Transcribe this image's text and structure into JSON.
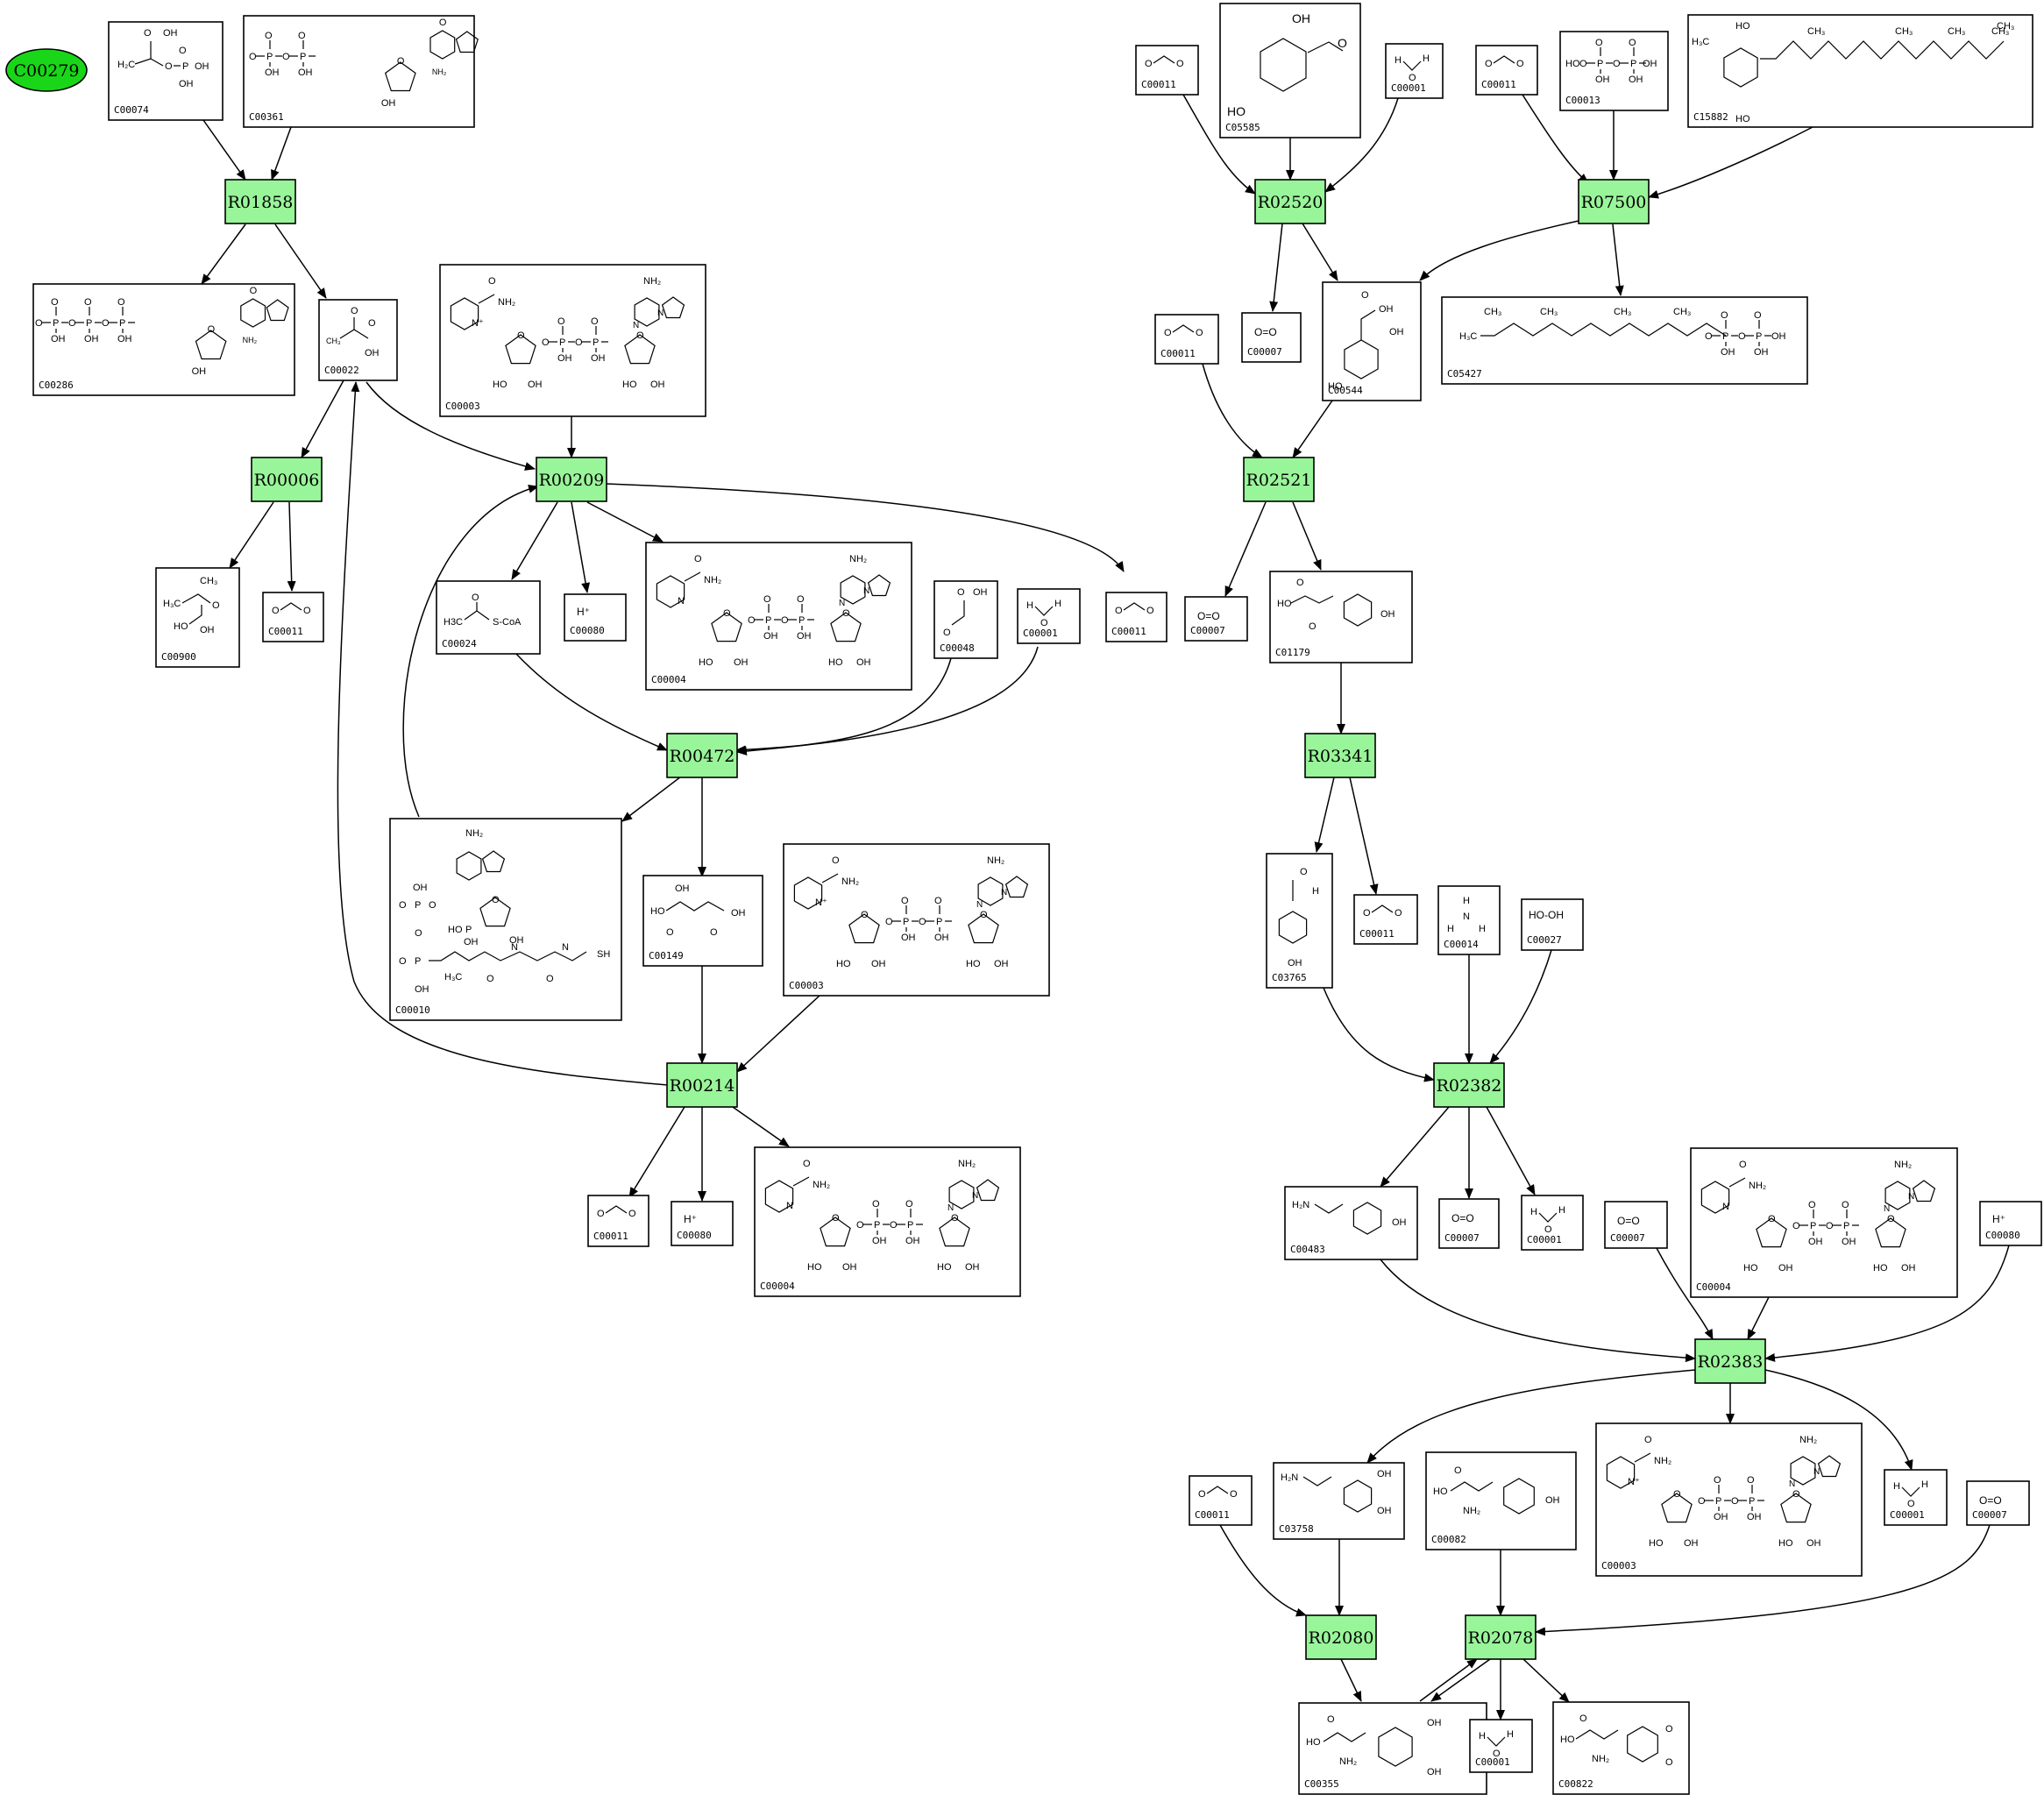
{
  "start_node": {
    "id": "C00279",
    "color": "#19d619"
  },
  "reaction_color": "#99f599",
  "reactions": [
    {
      "id": "R01858"
    },
    {
      "id": "R00006"
    },
    {
      "id": "R00209"
    },
    {
      "id": "R00472"
    },
    {
      "id": "R00214"
    },
    {
      "id": "R02520"
    },
    {
      "id": "R07500"
    },
    {
      "id": "R02521"
    },
    {
      "id": "R03341"
    },
    {
      "id": "R02382"
    },
    {
      "id": "R02383"
    },
    {
      "id": "R02080"
    },
    {
      "id": "R02078"
    }
  ],
  "compounds": [
    {
      "id": "C00074",
      "structure": "phosphoenolpyruvate"
    },
    {
      "id": "C00361",
      "structure": "dGDP"
    },
    {
      "id": "C00286",
      "structure": "dGTP"
    },
    {
      "id": "C00022",
      "structure": "pyruvate"
    },
    {
      "id": "C00003",
      "structure": "NAD+"
    },
    {
      "id": "C00900",
      "structure": "2-acetolactate"
    },
    {
      "id": "C00011",
      "structure": "CO2"
    },
    {
      "id": "C00024",
      "structure": "acetyl-CoA",
      "labels": [
        "H3C",
        "S-CoA"
      ]
    },
    {
      "id": "C00080",
      "structure": "H+"
    },
    {
      "id": "C00004",
      "structure": "NADH"
    },
    {
      "id": "C00048",
      "structure": "glyoxylate"
    },
    {
      "id": "C00001",
      "structure": "H2O"
    },
    {
      "id": "C00010",
      "structure": "CoA"
    },
    {
      "id": "C00149",
      "structure": "malate"
    },
    {
      "id": "C05585",
      "structure": "gentisate aldehyde"
    },
    {
      "id": "C00013",
      "structure": "diphosphate"
    },
    {
      "id": "C15882",
      "structure": "prenyl-hydroquinone"
    },
    {
      "id": "C00007",
      "structure": "O2"
    },
    {
      "id": "C00544",
      "structure": "homogentisate"
    },
    {
      "id": "C05427",
      "structure": "phytyl diphosphate"
    },
    {
      "id": "C01179",
      "structure": "4-hydroxyphenylpyruvate"
    },
    {
      "id": "C03765",
      "structure": "4-hydroxyphenylacetaldehyde"
    },
    {
      "id": "C00014",
      "structure": "NH3"
    },
    {
      "id": "C00027",
      "structure": "H2O2",
      "labels": [
        "HO-OH"
      ]
    },
    {
      "id": "C00483",
      "structure": "tyramine"
    },
    {
      "id": "C03758",
      "structure": "dopamine"
    },
    {
      "id": "C00082",
      "structure": "tyrosine"
    },
    {
      "id": "C00355",
      "structure": "L-dopa"
    },
    {
      "id": "C00822",
      "structure": "dopaquinone"
    }
  ]
}
